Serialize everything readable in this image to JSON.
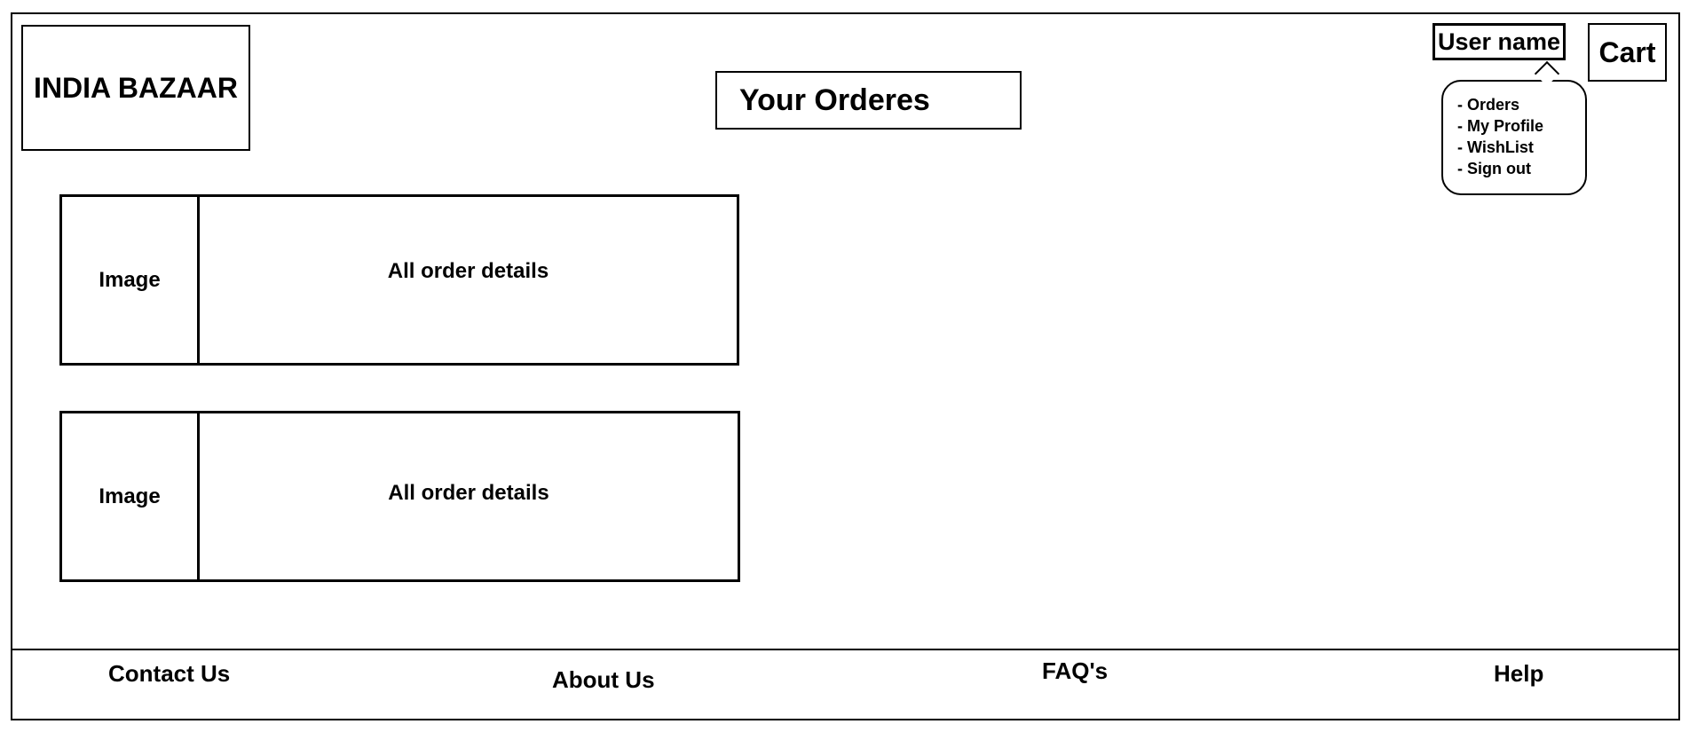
{
  "header": {
    "logo_text": "INDIA BAZAAR",
    "page_title": "Your Orderes",
    "user_name": "User name",
    "cart_label": "Cart"
  },
  "user_menu": {
    "items": [
      "- Orders",
      "- My Profile",
      "- WishList",
      "- Sign out"
    ]
  },
  "orders": [
    {
      "image_label": "Image",
      "details_label": "All order details"
    },
    {
      "image_label": "Image",
      "details_label": "All order details"
    }
  ],
  "footer": {
    "links": [
      "Contact Us",
      "About Us",
      "FAQ's",
      "Help"
    ]
  }
}
